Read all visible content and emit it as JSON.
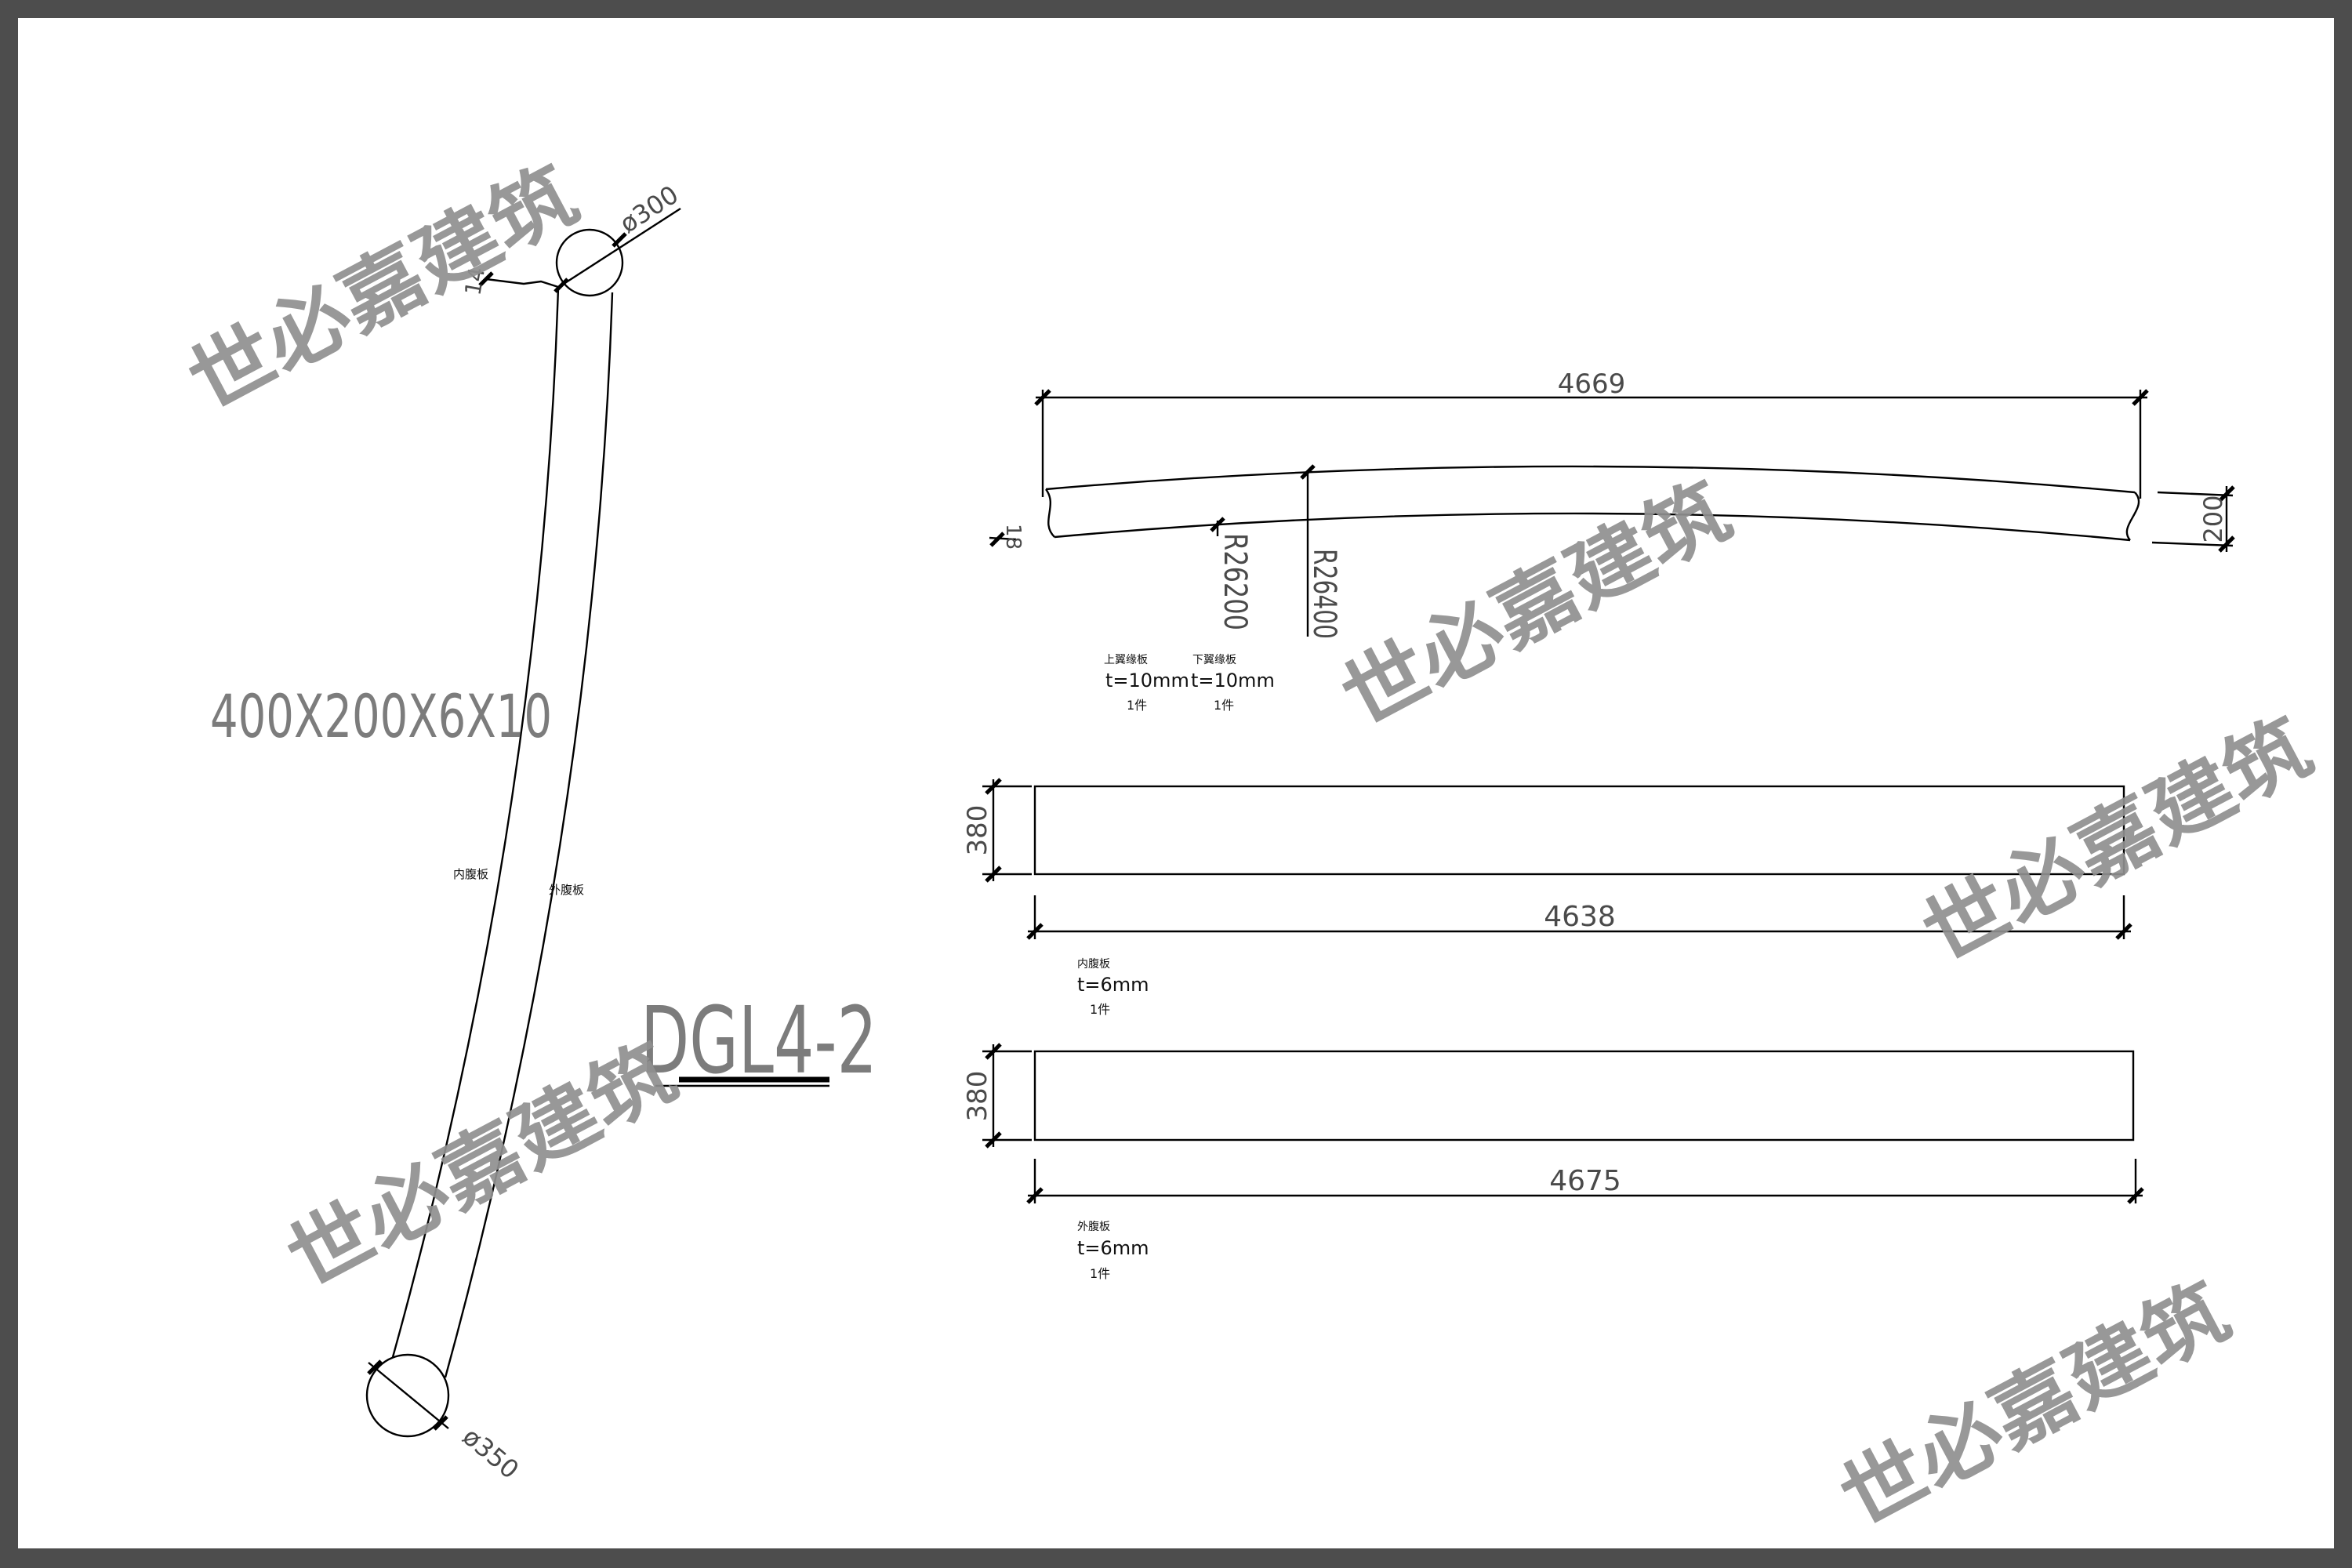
{
  "drawing": {
    "elevation": {
      "section_size": "400X200X6X10",
      "inner_web_label": "内腹板",
      "outer_web_label": "外腹板",
      "top_diameter": "ø300",
      "bottom_diameter": "ø350",
      "top_offset_dim": "14",
      "member_mark": "DGL4-2"
    },
    "flange_plates": {
      "arc_length_dim": "4669",
      "inner_radius": "R26200",
      "outer_radius": "R26400",
      "end_offset_dim": "18",
      "width_dim": "200",
      "notes": [
        {
          "name": "上翼缘板",
          "thickness": "t=10mm",
          "quantity": "1件"
        },
        {
          "name": "下翼缘板",
          "thickness": "t=10mm",
          "quantity": "1件"
        }
      ]
    },
    "inner_web_plate": {
      "height_dim": "380",
      "length_dim": "4638",
      "name": "内腹板",
      "thickness": "t=6mm",
      "quantity": "1件"
    },
    "outer_web_plate": {
      "height_dim": "380",
      "length_dim": "4675",
      "name": "外腹板",
      "thickness": "t=6mm",
      "quantity": "1件"
    }
  },
  "watermark": "世必嘉建筑",
  "colors": {
    "frame": "#4d4d4d",
    "paper": "#ffffff",
    "line": "#000000",
    "dim": "#4a4a4a",
    "label": "#7c7c7c",
    "wm": "#8f8f8f",
    "note": "#111111"
  }
}
